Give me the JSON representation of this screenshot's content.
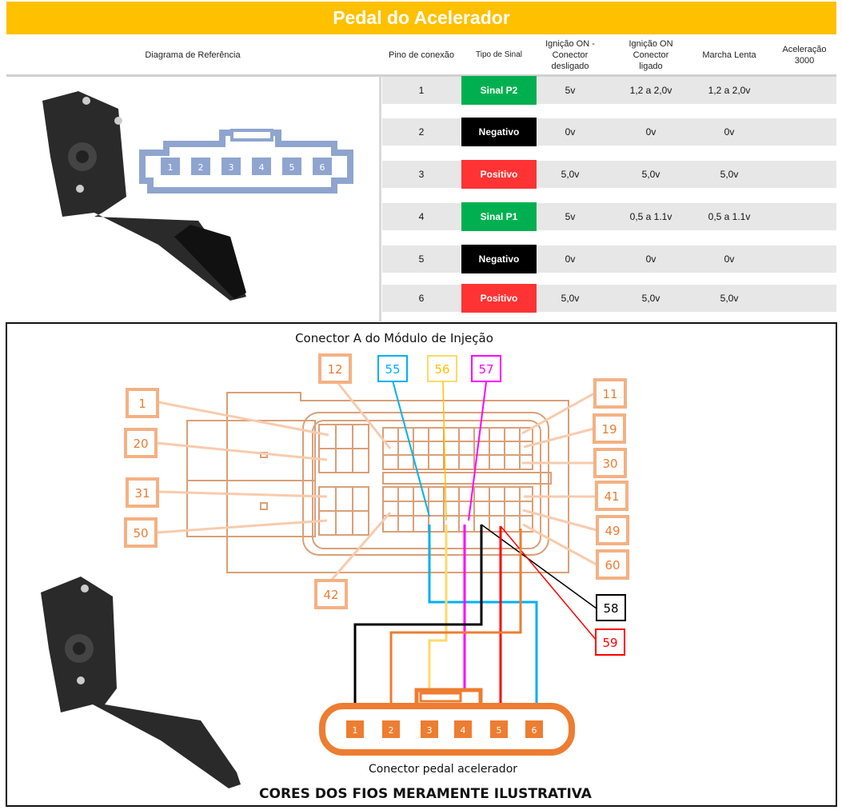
{
  "title": "Pedal do Acelerador",
  "table": {
    "headers": [
      "Diagrama de Referência",
      "Pino de conexão",
      "Tipo de Sinal",
      "Ignição ON - Conector desligado",
      "Ignição ON Conector ligado",
      "Marcha Lenta",
      "Aceleração 3000"
    ],
    "rows": [
      {
        "pin": "1",
        "signal": "Sinal P2",
        "color": "#00B050",
        "off": "5v",
        "on": "1,2 a 2,0v",
        "idle": "1,2 a 2,0v",
        "accel": ""
      },
      {
        "pin": "2",
        "signal": "Negativo",
        "color": "#000000",
        "off": "0v",
        "on": "0v",
        "idle": "0v",
        "accel": ""
      },
      {
        "pin": "3",
        "signal": "Positivo",
        "color": "#FF3333",
        "off": "5,0v",
        "on": "5,0v",
        "idle": "5,0v",
        "accel": ""
      },
      {
        "pin": "4",
        "signal": "Sinal P1",
        "color": "#00B050",
        "off": "5v",
        "on": "0,5 a 1.1v",
        "idle": "0,5 a 1.1v",
        "accel": ""
      },
      {
        "pin": "5",
        "signal": "Negativo",
        "color": "#000000",
        "off": "0v",
        "on": "0v",
        "idle": "0v",
        "accel": ""
      },
      {
        "pin": "6",
        "signal": "Positivo",
        "color": "#FF3333",
        "off": "5,0v",
        "on": "5,0v",
        "idle": "5,0v",
        "accel": ""
      }
    ]
  },
  "reference_connector_pins": [
    "1",
    "2",
    "3",
    "4",
    "5",
    "6"
  ],
  "diagram": {
    "module_title": "Conector A do Módulo de Injeção",
    "pedal_title": "Conector pedal acelerador",
    "footer": "CORES DOS FIOS MERAMENTE ILUSTRATIVA",
    "ecu_pins": [
      "1",
      "20",
      "31",
      "50",
      "12",
      "42",
      "11",
      "19",
      "30",
      "41",
      "49",
      "60"
    ],
    "wire_pins": [
      "55",
      "56",
      "57",
      "58",
      "59"
    ],
    "pedal_pins": [
      "1",
      "2",
      "3",
      "4",
      "5",
      "6"
    ],
    "colors": {
      "pin_label": "#ED7D31",
      "pin_box": "#F4B183",
      "blue": "#00B0F0",
      "yellow": "#FFD966",
      "magenta": "#FF00FF",
      "black": "#000000",
      "red": "#FF0000",
      "orange": "#ED7D31"
    }
  }
}
